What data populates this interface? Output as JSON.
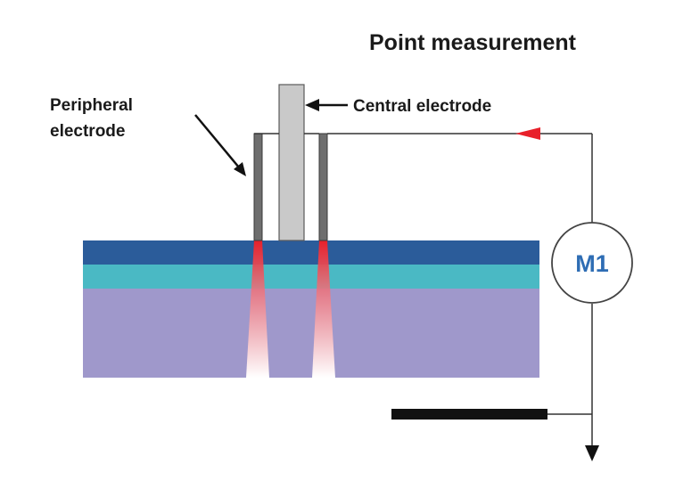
{
  "title": "Point measurement",
  "labels": {
    "peripheral_line1": "Peripheral",
    "peripheral_line2": "electrode",
    "central": "Central electrode"
  },
  "meter": {
    "label": "M1"
  },
  "colors": {
    "layer_top": "#2b5c9a",
    "layer_middle": "#4ab9c4",
    "layer_bottom": "#9f98cb",
    "electrode_fill": "#c9c9c9",
    "electrode_outer": "#6e6e6e",
    "current_red": "#e8202a",
    "meter_text": "#2e6db4",
    "wire": "#333333"
  }
}
